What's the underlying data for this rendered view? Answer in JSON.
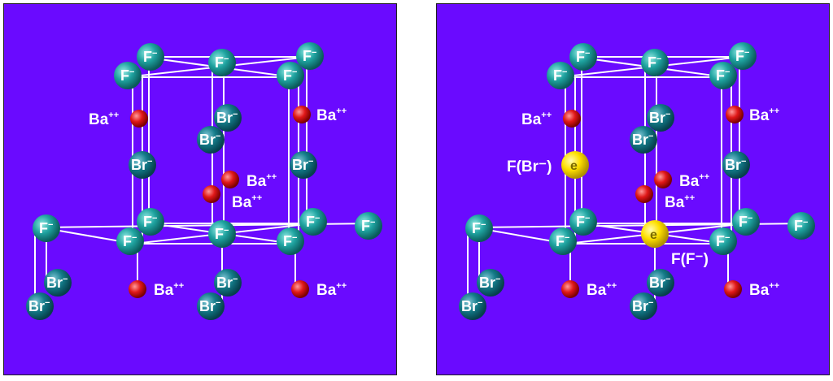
{
  "labels": {
    "fluoride": "F",
    "bromide": "Br",
    "barium": "Ba",
    "ion_minus": "−",
    "ion_plus_plus": "++",
    "electron": "e",
    "center_br": "F(Br⁻)",
    "center_f": "F(F⁻)"
  },
  "colors": {
    "background": "#6a0aff",
    "fluoride": "#1fa3a0",
    "bromide": "#137a88",
    "barium": "#e01818",
    "electron": "#ffe000",
    "bonds": "#ffffff"
  }
}
